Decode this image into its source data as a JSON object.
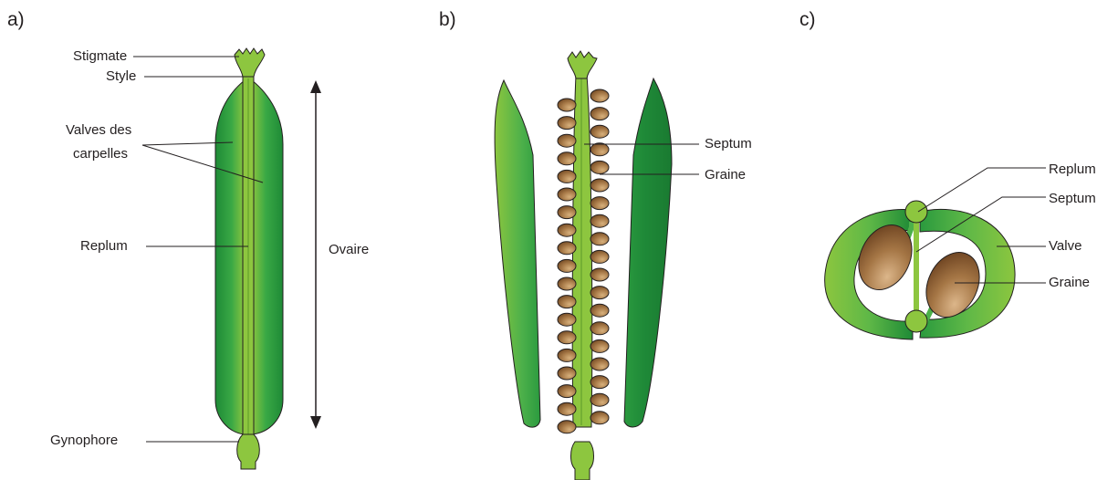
{
  "panels": {
    "a": "a)",
    "b": "b)",
    "c": "c)"
  },
  "panel_a": {
    "stigmate": "Stigmate",
    "style": "Style",
    "valves_line1": "Valves des",
    "valves_line2": "carpelles",
    "replum": "Replum",
    "gynophore": "Gynophore",
    "ovaire": "Ovaire"
  },
  "panel_b": {
    "septum": "Septum",
    "graine": "Graine"
  },
  "panel_c": {
    "replum": "Replum",
    "septum": "Septum",
    "valve": "Valve",
    "graine": "Graine"
  },
  "colors": {
    "valve_light": "#8cc63f",
    "valve_dark": "#1f8a38",
    "stem": "#8dc63f",
    "seed_light": "#c8a070",
    "seed_dark": "#7a4f26"
  }
}
